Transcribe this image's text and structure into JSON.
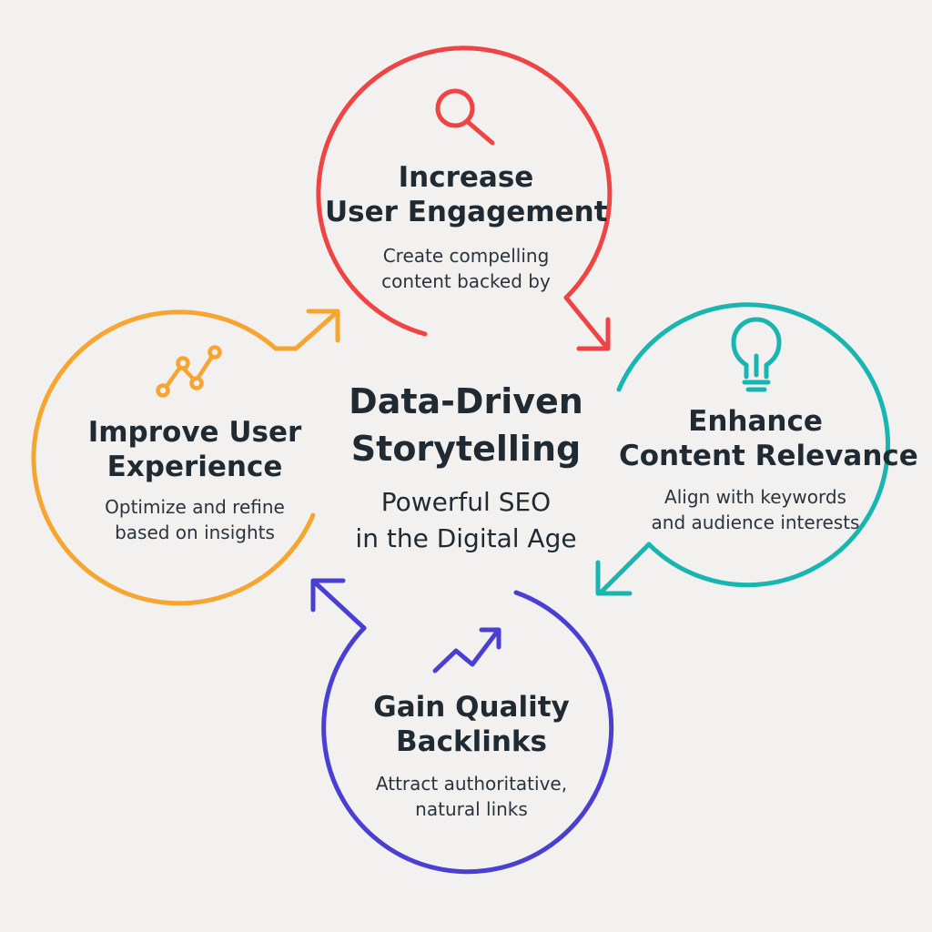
{
  "center": {
    "title_line1": "Data-Driven",
    "title_line2": "Storytelling",
    "subtitle_line1": "Powerful SEO",
    "subtitle_line2": "in the Digital Age"
  },
  "nodes": {
    "engagement": {
      "title_line1": "Increase",
      "title_line2": "User Engagement",
      "desc_line1": "Create compelling",
      "desc_line2": "content backed by",
      "color": "#ef4444",
      "icon": "search-icon"
    },
    "relevance": {
      "title_line1": "Enhance",
      "title_line2": "Content Relevance",
      "desc_line1": "Align with keywords",
      "desc_line2": "and audience interests",
      "color": "#19b5b0",
      "icon": "lightbulb-icon"
    },
    "backlinks": {
      "title_line1": "Gain Quality",
      "title_line2": "Backlinks",
      "desc_line1": "Attract authoritative,",
      "desc_line2": "natural links",
      "color": "#4a3fd1",
      "icon": "trend-arrow-icon"
    },
    "experience": {
      "title_line1": "Improve User",
      "title_line2": "Experience",
      "desc_line1": "Optimize and refine",
      "desc_line2": "based on insights",
      "color": "#f6a531",
      "icon": "line-chart-icon"
    }
  }
}
